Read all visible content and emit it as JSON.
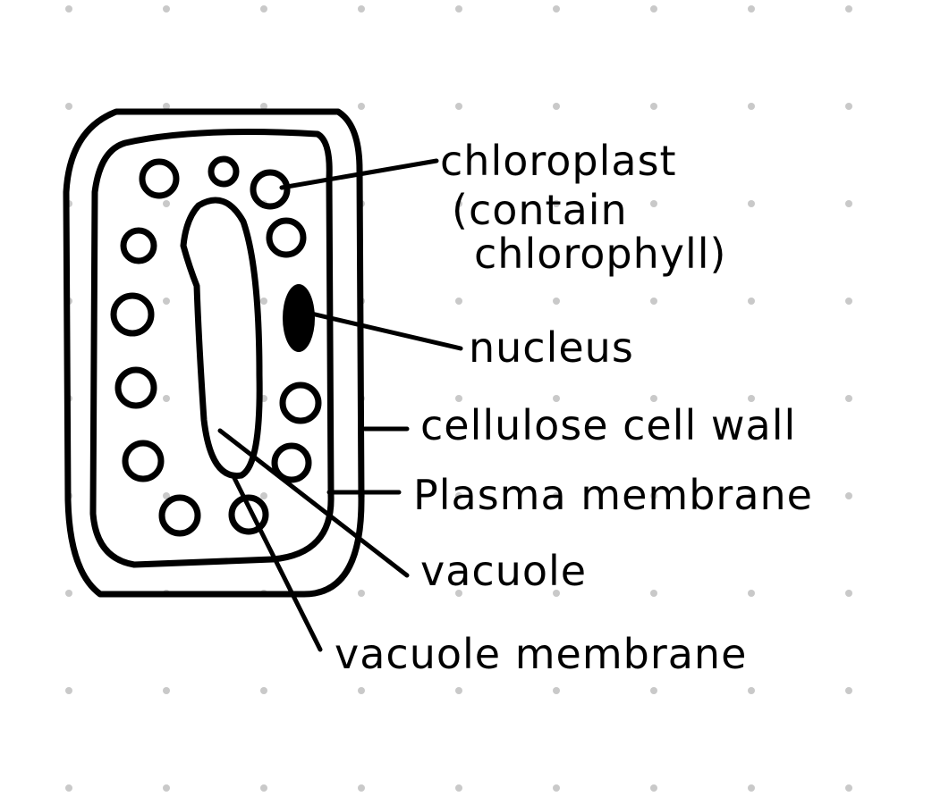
{
  "diagram": {
    "labels": {
      "chloroplast_line1": "chloroplast",
      "chloroplast_line2": "(contain",
      "chloroplast_line3": "chlorophyll)",
      "nucleus": "nucleus",
      "cell_wall": "cellulose cell wall",
      "plasma_membrane": "Plasma membrane",
      "vacuole": "vacuole",
      "vacuole_membrane": "vacuole membrane"
    },
    "colors": {
      "ink": "#000000",
      "background": "#ffffff",
      "grid_dot": "#c9c9c9"
    }
  }
}
